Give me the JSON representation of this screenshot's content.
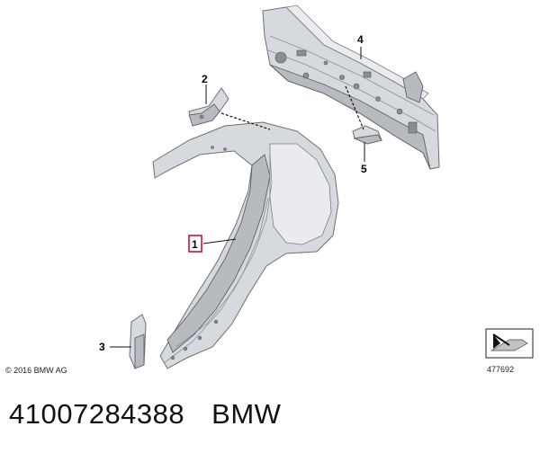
{
  "callouts": {
    "c1": "1",
    "c2": "2",
    "c3": "3",
    "c4": "4",
    "c5": "5"
  },
  "copyright": "© 2016 BMW AG",
  "illustration_number": "477692",
  "footer": {
    "part_number": "41007284388",
    "brand": "BMW"
  },
  "highlight_color": "#d0021b"
}
